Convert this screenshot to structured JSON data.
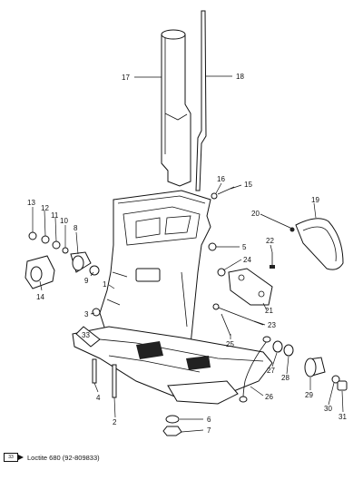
{
  "parts": [
    {
      "id": "part-1",
      "label": "1"
    },
    {
      "id": "part-2",
      "label": "2"
    },
    {
      "id": "part-3",
      "label": "3"
    },
    {
      "id": "part-4",
      "label": "4"
    },
    {
      "id": "part-5",
      "label": "5"
    },
    {
      "id": "part-6",
      "label": "6"
    },
    {
      "id": "part-7",
      "label": "7"
    },
    {
      "id": "part-8",
      "label": "8"
    },
    {
      "id": "part-9",
      "label": "9"
    },
    {
      "id": "part-10",
      "label": "10"
    },
    {
      "id": "part-11",
      "label": "11"
    },
    {
      "id": "part-12",
      "label": "12"
    },
    {
      "id": "part-13",
      "label": "13"
    },
    {
      "id": "part-14",
      "label": "14"
    },
    {
      "id": "part-15",
      "label": "15"
    },
    {
      "id": "part-16",
      "label": "16"
    },
    {
      "id": "part-17",
      "label": "17"
    },
    {
      "id": "part-18",
      "label": "18"
    },
    {
      "id": "part-19",
      "label": "19"
    },
    {
      "id": "part-20",
      "label": "20"
    },
    {
      "id": "part-21",
      "label": "21"
    },
    {
      "id": "part-22",
      "label": "22"
    },
    {
      "id": "part-23",
      "label": "23"
    },
    {
      "id": "part-24",
      "label": "24"
    },
    {
      "id": "part-25",
      "label": "25"
    },
    {
      "id": "part-26",
      "label": "26"
    },
    {
      "id": "part-27",
      "label": "27"
    },
    {
      "id": "part-28",
      "label": "28"
    },
    {
      "id": "part-29",
      "label": "29"
    },
    {
      "id": "part-30",
      "label": "30"
    },
    {
      "id": "part-31",
      "label": "31"
    }
  ],
  "legend": {
    "tube_number": "33",
    "text": "Loctite 680 (92-809833)"
  },
  "annotations": {
    "loctite_callout_number": "33"
  }
}
